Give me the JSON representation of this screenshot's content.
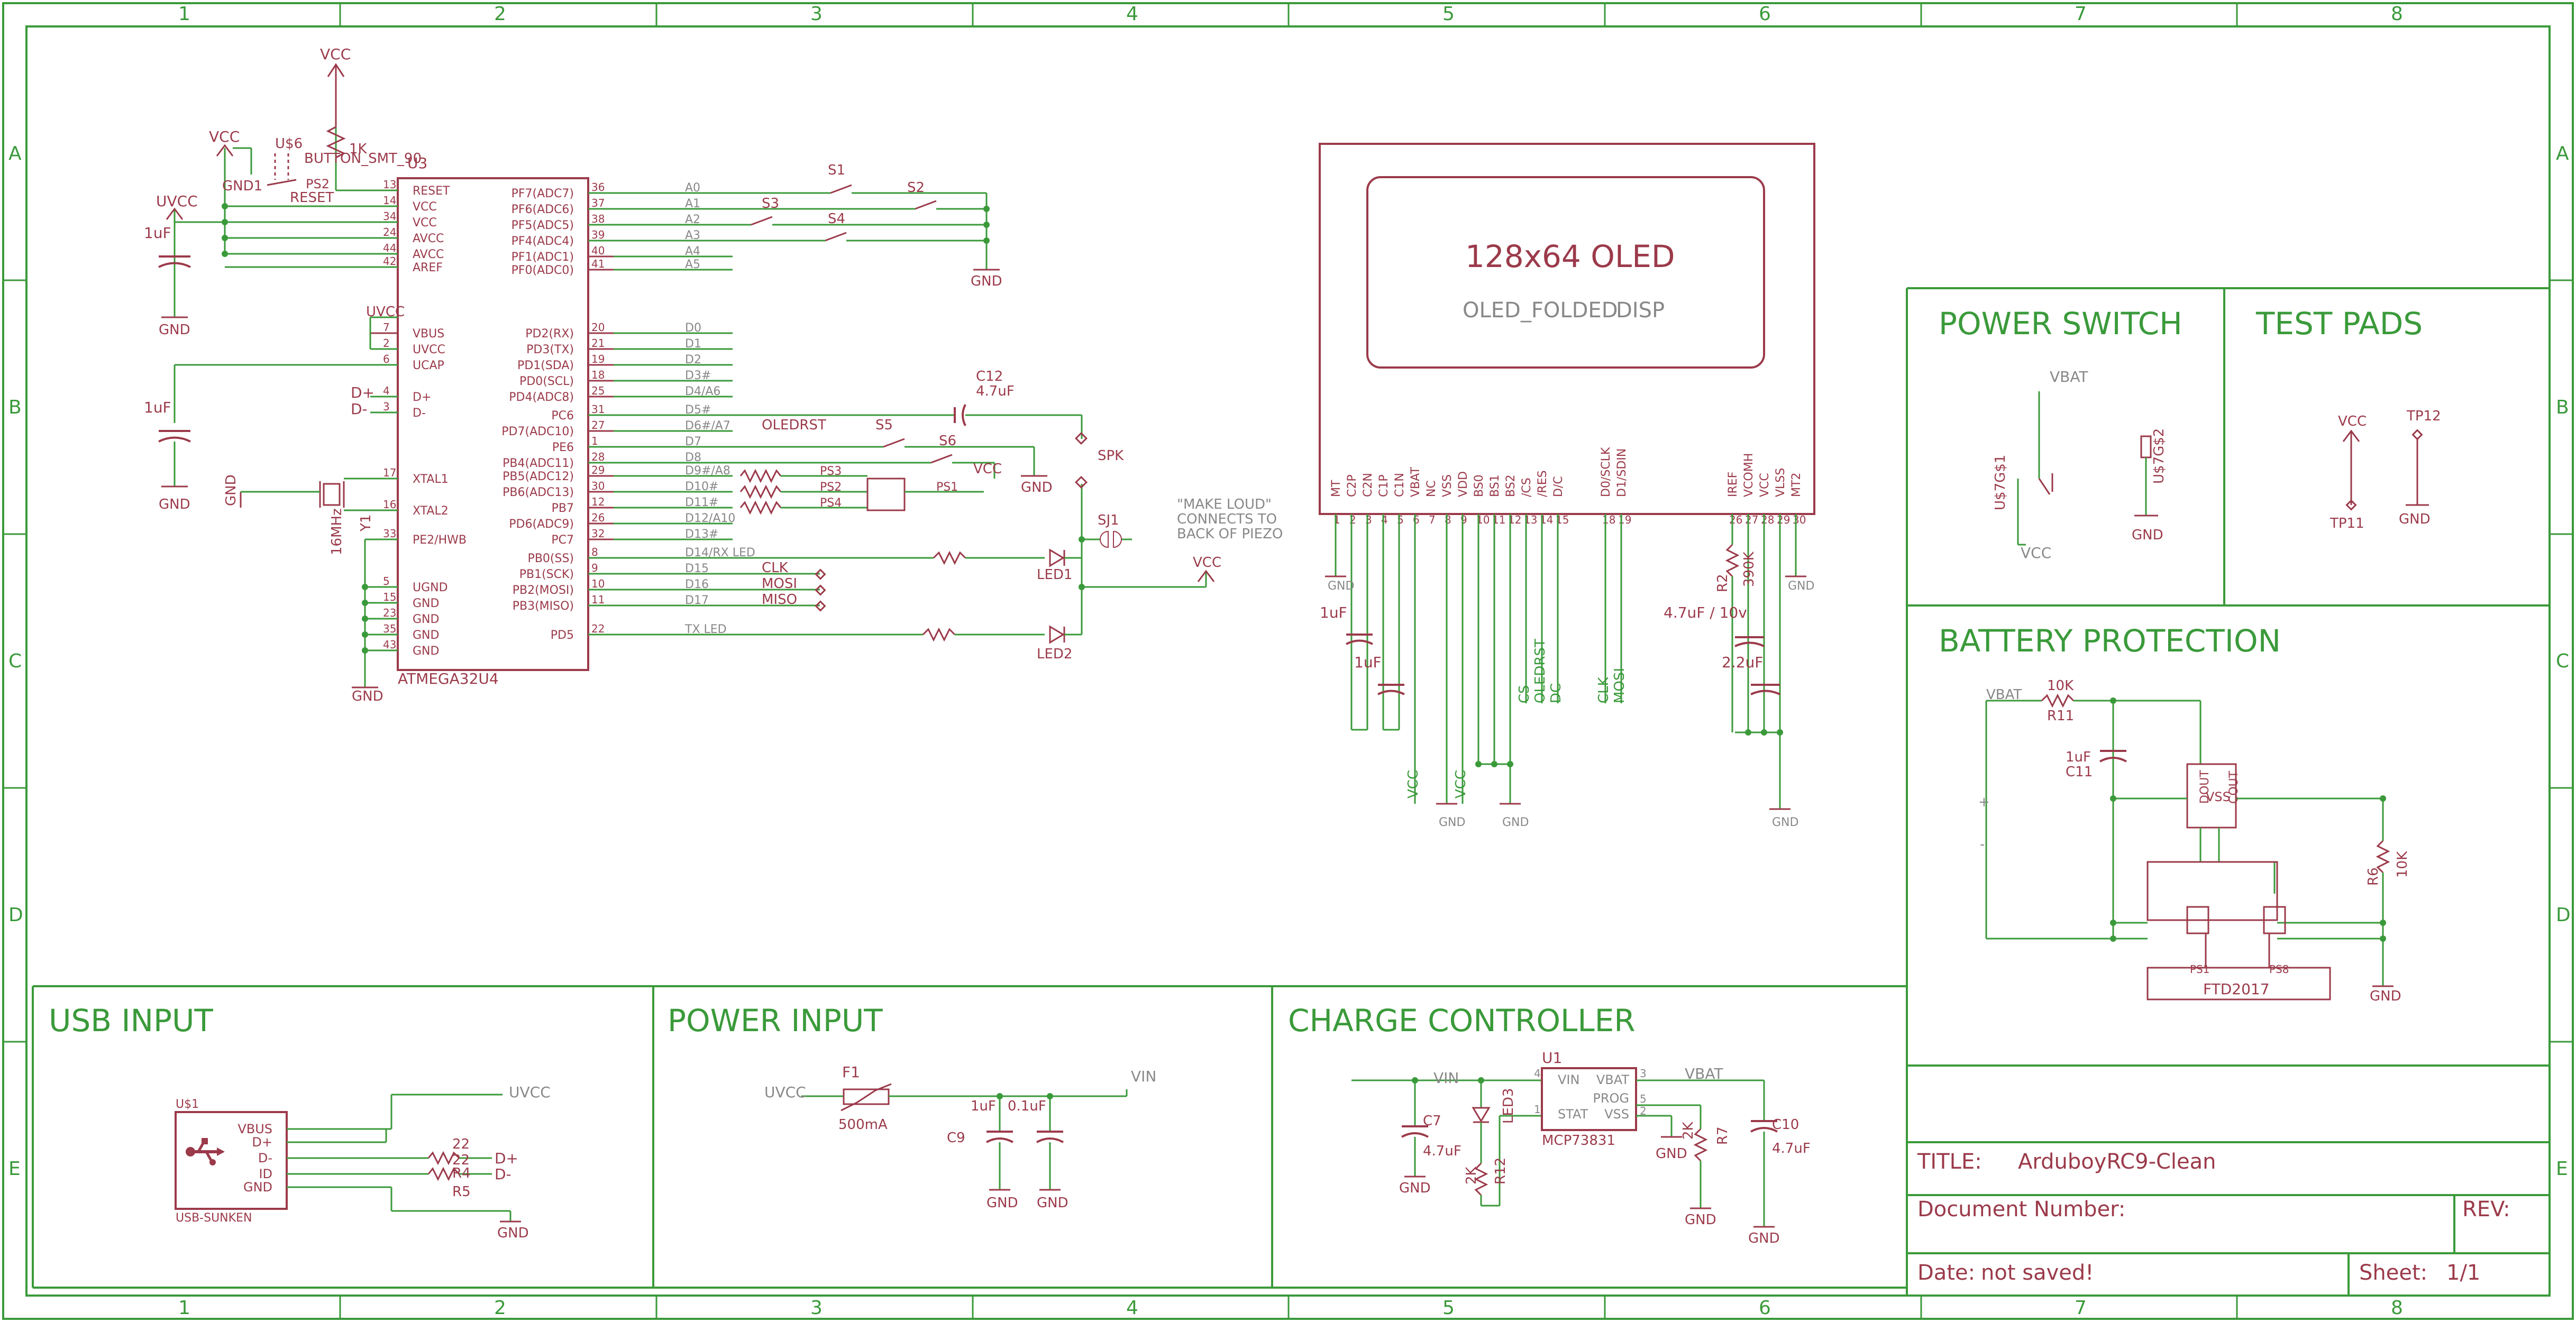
{
  "frame": {
    "col_labels": [
      "1",
      "2",
      "3",
      "4",
      "5",
      "6",
      "7",
      "8"
    ],
    "row_labels": [
      "A",
      "B",
      "C",
      "D",
      "E"
    ]
  },
  "sections": {
    "usb_input": "USB INPUT",
    "power_input": "POWER INPUT",
    "charge_controller": "CHARGE CONTROLLER",
    "power_switch": "POWER SWITCH",
    "test_pads": "TEST PADS",
    "battery_protection": "BATTERY PROTECTION"
  },
  "title_block": {
    "title_label": "TITLE:",
    "title_value": "ArduboyRC9-Clean",
    "docnum_label": "Document Number:",
    "rev_label": "REV:",
    "date_label": "Date:",
    "date_value": "not saved!",
    "sheet_label": "Sheet:",
    "sheet_value": "1/1"
  },
  "mcu": {
    "ref": "U3",
    "name": "ATMEGA32U4",
    "left_pins": [
      {
        "num": "13",
        "name": "RESET"
      },
      {
        "num": "14",
        "name": "VCC"
      },
      {
        "num": "34",
        "name": "VCC"
      },
      {
        "num": "24",
        "name": "AVCC"
      },
      {
        "num": "44",
        "name": "AVCC"
      },
      {
        "num": "42",
        "name": "AREF"
      },
      {
        "num": "7",
        "name": "VBUS"
      },
      {
        "num": "2",
        "name": "UVCC"
      },
      {
        "num": "6",
        "name": "UCAP"
      },
      {
        "num": "4",
        "name": "D+"
      },
      {
        "num": "3",
        "name": "D-"
      },
      {
        "num": "17",
        "name": "XTAL1"
      },
      {
        "num": "16",
        "name": "XTAL2"
      },
      {
        "num": "33",
        "name": "PE2/HWB"
      },
      {
        "num": "5",
        "name": "UGND"
      },
      {
        "num": "15",
        "name": "GND"
      },
      {
        "num": "23",
        "name": "GND"
      },
      {
        "num": "35",
        "name": "GND"
      },
      {
        "num": "43",
        "name": "GND"
      }
    ],
    "right_pins": [
      {
        "num": "36",
        "name": "PF7(ADC7)",
        "net": "A0"
      },
      {
        "num": "37",
        "name": "PF6(ADC6)",
        "net": "A1"
      },
      {
        "num": "38",
        "name": "PF5(ADC5)",
        "net": "A2"
      },
      {
        "num": "39",
        "name": "PF4(ADC4)",
        "net": "A3"
      },
      {
        "num": "40",
        "name": "PF1(ADC1)",
        "net": "A4"
      },
      {
        "num": "41",
        "name": "PF0(ADC0)",
        "net": "A5"
      },
      {
        "num": "20",
        "name": "PD2(RX)",
        "net": "D0"
      },
      {
        "num": "21",
        "name": "PD3(TX)",
        "net": "D1"
      },
      {
        "num": "19",
        "name": "PD1(SDA)",
        "net": "D2"
      },
      {
        "num": "18",
        "name": "PD0(SCL)",
        "net": "D3#"
      },
      {
        "num": "25",
        "name": "PD4(ADC8)",
        "net": "D4/A6"
      },
      {
        "num": "31",
        "name": "PC6",
        "net": "D5#"
      },
      {
        "num": "27",
        "name": "PD7(ADC10)",
        "net": "D6#/A7"
      },
      {
        "num": "1",
        "name": "PE6",
        "net": "D7"
      },
      {
        "num": "28",
        "name": "PB4(ADC11)",
        "net": "D8"
      },
      {
        "num": "29",
        "name": "PB5(ADC12)",
        "net": "D9#/A8"
      },
      {
        "num": "30",
        "name": "PB6(ADC13)",
        "net": "D10#"
      },
      {
        "num": "12",
        "name": "PB7",
        "net": "D11#"
      },
      {
        "num": "26",
        "name": "PD6(ADC9)",
        "net": "D12/A10"
      },
      {
        "num": "32",
        "name": "PC7",
        "net": "D13#"
      },
      {
        "num": "8",
        "name": "PB0(SS)",
        "net": "D14/RX LED"
      },
      {
        "num": "9",
        "name": "PB1(SCK)",
        "net": "D15"
      },
      {
        "num": "10",
        "name": "PB2(MOSI)",
        "net": "D16"
      },
      {
        "num": "11",
        "name": "PB3(MISO)",
        "net": "D17"
      },
      {
        "num": "22",
        "name": "PD5",
        "net": "TX LED"
      }
    ]
  },
  "labels": {
    "vcc": "VCC",
    "uvcc": "UVCC",
    "gnd": "GND",
    "vbat": "VBAT",
    "vin": "VIN",
    "r_1k": "1K",
    "u6": "U$6",
    "button": "BUTTON_SMT_90",
    "gnd1": "GND1",
    "ps2": "PS2",
    "reset": "RESET",
    "cap_1uf": "1uF",
    "dplus": "D+",
    "dminus": "D-",
    "xtal_ref": "Y1",
    "xtal_freq": "16MHz",
    "s1": "S1",
    "s2": "S2",
    "s3": "S3",
    "s4": "S4",
    "s5": "S5",
    "s6": "S6",
    "c12": "C12",
    "c12_val": "4.7uF",
    "oledrst": "OLEDRST",
    "spk": "SPK",
    "ps1": "PS1",
    "ps3": "PS3",
    "ps4": "PS4",
    "sj1": "SJ1",
    "loud1": "\"MAKE LOUD\"",
    "loud2": "CONNECTS TO",
    "loud3": "BACK OF PIEZO",
    "clk": "CLK",
    "mosi": "MOSI",
    "miso": "MISO",
    "led1": "LED1",
    "led2": "LED2"
  },
  "oled": {
    "title": "128x64 OLED",
    "part": "OLED_FOLDED",
    "disp": "DISP",
    "pins": [
      "MT",
      "C2P",
      "C2N",
      "C1P",
      "C1N",
      "VBAT",
      "NC",
      "VSS",
      "VDD",
      "BS0",
      "BS1",
      "BS2",
      "/CS",
      "/RES",
      "D/C",
      "D0/SCLK",
      "D1/SDIN",
      "IREF",
      "VCOMH",
      "VCC",
      "VLSS",
      "MT2"
    ],
    "pin_nums_left": [
      "1",
      "2",
      "3",
      "4",
      "5",
      "6",
      "7",
      "8",
      "9",
      "10",
      "11",
      "12",
      "13",
      "14",
      "15"
    ],
    "pin_nums_mid": [
      "18",
      "19"
    ],
    "pin_nums_right": [
      "26",
      "27",
      "28",
      "29",
      "30"
    ],
    "nets": {
      "cs": "CS",
      "oledrst": "OLEDRST",
      "dc": "DC",
      "clk": "CLK",
      "mosi": "MOSI",
      "vcc": "VCC"
    },
    "c_1uf_a": "1uF",
    "c_1uf_b": "1uF",
    "r2": "R2",
    "r2_val": "390K",
    "c_47_10v": "4.7uF / 10v",
    "c_22": "2.2uF"
  },
  "power_switch": {
    "vbat": "VBAT",
    "vcc": "VCC",
    "u7": "U$7G$1",
    "u7b": "U$7G$2",
    "gnd": "GND"
  },
  "test_pads": {
    "vcc": "VCC",
    "tp12": "TP12",
    "tp11": "TP11",
    "gnd": "GND"
  },
  "battery": {
    "vbat": "VBAT",
    "r11_val": "10K",
    "r11": "R11",
    "c11_val": "1uF",
    "c11": "C11",
    "plus": "+",
    "minus": "-",
    "vss": "VSS",
    "dout": "DOUT",
    "cout": "COUT",
    "r6": "R6",
    "r6_val": "10K",
    "ic": "FTD2017",
    "ps1": "PS1",
    "ps8": "PS8",
    "gnd": "GND"
  },
  "usb": {
    "ref": "U$1",
    "part": "USB-SUNKEN",
    "pins": [
      "VBUS",
      "D+",
      "D-",
      "ID",
      "GND"
    ],
    "r4_val": "22",
    "r4": "R4",
    "r5_val": "22",
    "r5": "R5",
    "uvcc": "UVCC",
    "dplus": "D+",
    "dminus": "D-",
    "gnd": "GND"
  },
  "power_in": {
    "uvcc": "UVCC",
    "f1": "F1",
    "f1_val": "500mA",
    "c_1uf": "1uF",
    "c_01uf": "0.1uF",
    "c9": "C9",
    "vin": "VIN",
    "gnd1": "GND",
    "gnd2": "GND"
  },
  "charger": {
    "vin": "VIN",
    "u1": "U1",
    "part": "MCP73831",
    "vbat": "VBAT",
    "c7": "C7",
    "c7_val": "4.7uF",
    "led3": "LED3",
    "r12": "R12",
    "r12_val": "2K",
    "r7": "R7",
    "r7_val": "2K",
    "c10": "C10",
    "c10_val": "4.7uF",
    "gnd": "GND",
    "pins": [
      "VIN",
      "VBAT",
      "PROG",
      "STAT",
      "VSS"
    ],
    "pin_nums": [
      "4",
      "3",
      "5",
      "1",
      "2"
    ]
  }
}
